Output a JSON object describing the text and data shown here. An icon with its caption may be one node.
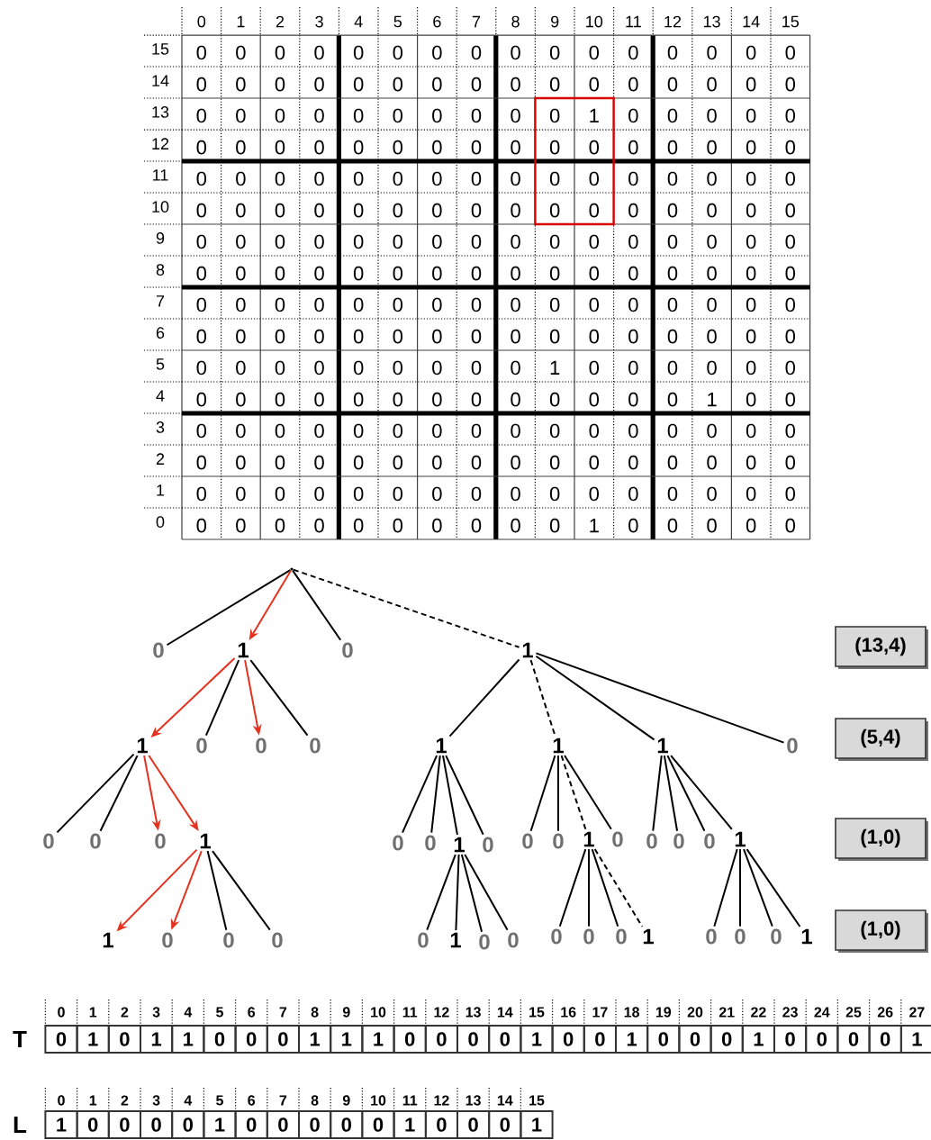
{
  "diagram": {
    "nodes": [
      {
        "text": [],
        "shape": "dot"
      },
      {
        "text": [
          "0"
        ]
      },
      {
        "text": [
          "1"
        ]
      },
      {
        "text": [
          "0"
        ]
      },
      {
        "text": [
          "1"
        ]
      },
      {
        "text": [
          "1"
        ]
      },
      {
        "text": [
          "0"
        ]
      },
      {
        "text": [
          "0"
        ]
      },
      {
        "text": [
          "0"
        ]
      },
      {
        "text": [
          "1"
        ]
      },
      {
        "text": [
          "1"
        ]
      },
      {
        "text": [
          "1"
        ]
      },
      {
        "text": [
          "0"
        ]
      },
      {
        "text": [
          "0"
        ]
      },
      {
        "text": [
          "0"
        ]
      },
      {
        "text": [
          "0"
        ]
      },
      {
        "text": [
          "1"
        ]
      },
      {
        "text": [
          "0"
        ]
      },
      {
        "text": [
          "0"
        ]
      },
      {
        "text": [
          "1"
        ]
      },
      {
        "text": [
          "0"
        ]
      },
      {
        "text": [
          "0"
        ]
      },
      {
        "text": [
          "0"
        ]
      },
      {
        "text": [
          "1"
        ]
      },
      {
        "text": [
          "0"
        ]
      },
      {
        "text": [
          "0"
        ]
      },
      {
        "text": [
          "0"
        ]
      },
      {
        "text": [
          "0"
        ]
      },
      {
        "text": [
          "1"
        ]
      },
      {
        "text": [
          "1"
        ]
      },
      {
        "text": [
          "0"
        ]
      },
      {
        "text": [
          "0"
        ]
      },
      {
        "text": [
          "0"
        ]
      },
      {
        "text": [
          "0"
        ]
      },
      {
        "text": [
          "1"
        ]
      },
      {
        "text": [
          "0"
        ]
      },
      {
        "text": [
          "0"
        ]
      },
      {
        "text": [
          "0"
        ]
      },
      {
        "text": [
          "0"
        ]
      },
      {
        "text": [
          "0"
        ]
      },
      {
        "text": [
          "1"
        ]
      },
      {
        "text": [
          "0"
        ]
      },
      {
        "text": [
          "0"
        ]
      },
      {
        "text": [
          "0"
        ]
      },
      {
        "text": [
          "1"
        ]
      },
      {
        "text": [
          "(13,4)"
        ]
      },
      {
        "text": [
          "(5,4)"
        ]
      },
      {
        "text": [
          "(1,0)"
        ]
      },
      {
        "text": [
          "(1,0)"
        ]
      }
    ],
    "edges": [
      {
        "from": 0,
        "to": 1,
        "arrow": "none"
      },
      {
        "from": 0,
        "to": 2,
        "arrow": "to",
        "color": "#e5321f"
      },
      {
        "from": 0,
        "to": 3,
        "arrow": "none"
      },
      {
        "from": 0,
        "to": 4,
        "arrow": "none",
        "style": "dashed"
      },
      {
        "from": 2,
        "to": 5,
        "arrow": "to",
        "color": "#e5321f"
      },
      {
        "from": 2,
        "to": 6,
        "arrow": "none"
      },
      {
        "from": 2,
        "to": 7,
        "arrow": "to",
        "color": "#e5321f"
      },
      {
        "from": 2,
        "to": 8,
        "arrow": "none"
      },
      {
        "from": 4,
        "to": 9,
        "arrow": "none"
      },
      {
        "from": 4,
        "to": 10,
        "arrow": "none",
        "style": "dashed"
      },
      {
        "from": 4,
        "to": 11,
        "arrow": "none"
      },
      {
        "from": 4,
        "to": 12,
        "arrow": "none"
      },
      {
        "from": 5,
        "to": 13,
        "arrow": "none"
      },
      {
        "from": 5,
        "to": 14,
        "arrow": "none"
      },
      {
        "from": 5,
        "to": 15,
        "arrow": "to",
        "color": "#e5321f"
      },
      {
        "from": 5,
        "to": 16,
        "arrow": "to",
        "color": "#e5321f"
      },
      {
        "from": 9,
        "to": 17,
        "arrow": "none"
      },
      {
        "from": 9,
        "to": 18,
        "arrow": "none"
      },
      {
        "from": 9,
        "to": 19,
        "arrow": "none"
      },
      {
        "from": 9,
        "to": 20,
        "arrow": "none"
      },
      {
        "from": 10,
        "to": 21,
        "arrow": "none"
      },
      {
        "from": 10,
        "to": 22,
        "arrow": "none"
      },
      {
        "from": 10,
        "to": 23,
        "arrow": "none",
        "style": "dashed"
      },
      {
        "from": 10,
        "to": 24,
        "arrow": "none"
      },
      {
        "from": 11,
        "to": 25,
        "arrow": "none"
      },
      {
        "from": 11,
        "to": 26,
        "arrow": "none"
      },
      {
        "from": 11,
        "to": 27,
        "arrow": "none"
      },
      {
        "from": 11,
        "to": 28,
        "arrow": "none"
      },
      {
        "from": 16,
        "to": 29,
        "arrow": "to",
        "color": "#e5321f"
      },
      {
        "from": 16,
        "to": 30,
        "arrow": "to",
        "color": "#e5321f"
      },
      {
        "from": 16,
        "to": 31,
        "arrow": "none"
      },
      {
        "from": 16,
        "to": 32,
        "arrow": "none"
      },
      {
        "from": 19,
        "to": 33,
        "arrow": "none"
      },
      {
        "from": 19,
        "to": 34,
        "arrow": "none"
      },
      {
        "from": 19,
        "to": 35,
        "arrow": "none"
      },
      {
        "from": 19,
        "to": 36,
        "arrow": "none"
      },
      {
        "from": 23,
        "to": 37,
        "arrow": "none"
      },
      {
        "from": 23,
        "to": 38,
        "arrow": "none"
      },
      {
        "from": 23,
        "to": 39,
        "arrow": "none"
      },
      {
        "from": 23,
        "to": 40,
        "arrow": "none",
        "style": "dashed"
      },
      {
        "from": 28,
        "to": 41,
        "arrow": "none"
      },
      {
        "from": 28,
        "to": 42,
        "arrow": "none"
      },
      {
        "from": 28,
        "to": 43,
        "arrow": "none"
      },
      {
        "from": 28,
        "to": 44,
        "arrow": "none"
      }
    ],
    "labels": [
      "0",
      "1",
      "2",
      "3",
      "4",
      "5",
      "6",
      "7",
      "8",
      "9",
      "10",
      "11",
      "12",
      "13",
      "14",
      "15",
      "15",
      "0",
      "0",
      "0",
      "0",
      "0",
      "0",
      "0",
      "0",
      "0",
      "0",
      "0",
      "0",
      "0",
      "0",
      "0",
      "0",
      "14",
      "0",
      "0",
      "0",
      "0",
      "0",
      "0",
      "0",
      "0",
      "0",
      "0",
      "0",
      "0",
      "0",
      "0",
      "0",
      "0",
      "13",
      "0",
      "0",
      "0",
      "0",
      "0",
      "0",
      "0",
      "0",
      "0",
      "0",
      "1",
      "0",
      "0",
      "0",
      "0",
      "0",
      "12",
      "0",
      "0",
      "0",
      "0",
      "0",
      "0",
      "0",
      "0",
      "0",
      "0",
      "0",
      "0",
      "0",
      "0",
      "0",
      "0",
      "11",
      "0",
      "0",
      "0",
      "0",
      "0",
      "0",
      "0",
      "0",
      "0",
      "0",
      "0",
      "0",
      "0",
      "0",
      "0",
      "0",
      "10",
      "0",
      "0",
      "0",
      "0",
      "0",
      "0",
      "0",
      "0",
      "0",
      "0",
      "0",
      "0",
      "0",
      "0",
      "0",
      "0",
      "9",
      "0",
      "0",
      "0",
      "0",
      "0",
      "0",
      "0",
      "0",
      "0",
      "0",
      "0",
      "0",
      "0",
      "0",
      "0",
      "0",
      "8",
      "0",
      "0",
      "0",
      "0",
      "0",
      "0",
      "0",
      "0",
      "0",
      "0",
      "0",
      "0",
      "0",
      "0",
      "0",
      "0",
      "7",
      "0",
      "0",
      "0",
      "0",
      "0",
      "0",
      "0",
      "0",
      "0",
      "0",
      "0",
      "0",
      "0",
      "0",
      "0",
      "0",
      "6",
      "0",
      "0",
      "0",
      "0",
      "0",
      "0",
      "0",
      "0",
      "0",
      "0",
      "0",
      "0",
      "0",
      "0",
      "0",
      "0",
      "5",
      "0",
      "0",
      "0",
      "0",
      "0",
      "0",
      "0",
      "0",
      "0",
      "1",
      "0",
      "0",
      "0",
      "0",
      "0",
      "0",
      "4",
      "0",
      "0",
      "0",
      "0",
      "0",
      "0",
      "0",
      "0",
      "0",
      "0",
      "0",
      "0",
      "0",
      "1",
      "0",
      "0",
      "3",
      "0",
      "0",
      "0",
      "0",
      "0",
      "0",
      "0",
      "0",
      "0",
      "0",
      "0",
      "0",
      "0",
      "0",
      "0",
      "0",
      "2",
      "0",
      "0",
      "0",
      "0",
      "0",
      "0",
      "0",
      "0",
      "0",
      "0",
      "0",
      "0",
      "0",
      "0",
      "0",
      "0",
      "1",
      "0",
      "0",
      "0",
      "0",
      "0",
      "0",
      "0",
      "0",
      "0",
      "0",
      "0",
      "0",
      "0",
      "0",
      "0",
      "0",
      "0",
      "0",
      "0",
      "0",
      "0",
      "0",
      "0",
      "0",
      "0",
      "0",
      "0",
      "1",
      "0",
      "0",
      "0",
      "0",
      "0",
      "0",
      "1",
      "2",
      "3",
      "4",
      "5",
      "6",
      "7",
      "8",
      "9",
      "10",
      "11",
      "12",
      "13",
      "14",
      "15",
      "16",
      "17",
      "18",
      "19",
      "20",
      "21",
      "22",
      "23",
      "24",
      "25",
      "26",
      "27",
      "T",
      "0",
      "1",
      "0",
      "1",
      "1",
      "0",
      "0",
      "0",
      "1",
      "1",
      "1",
      "0",
      "0",
      "0",
      "0",
      "1",
      "0",
      "0",
      "1",
      "0",
      "0",
      "0",
      "1",
      "0",
      "0",
      "0",
      "0",
      "1",
      "0",
      "1",
      "2",
      "3",
      "4",
      "5",
      "6",
      "7",
      "8",
      "9",
      "10",
      "11",
      "12",
      "13",
      "14",
      "15",
      "L",
      "1",
      "0",
      "0",
      "0",
      "0",
      "1",
      "0",
      "0",
      "0",
      "0",
      "0",
      "1",
      "0",
      "0",
      "0",
      "1"
    ]
  }
}
